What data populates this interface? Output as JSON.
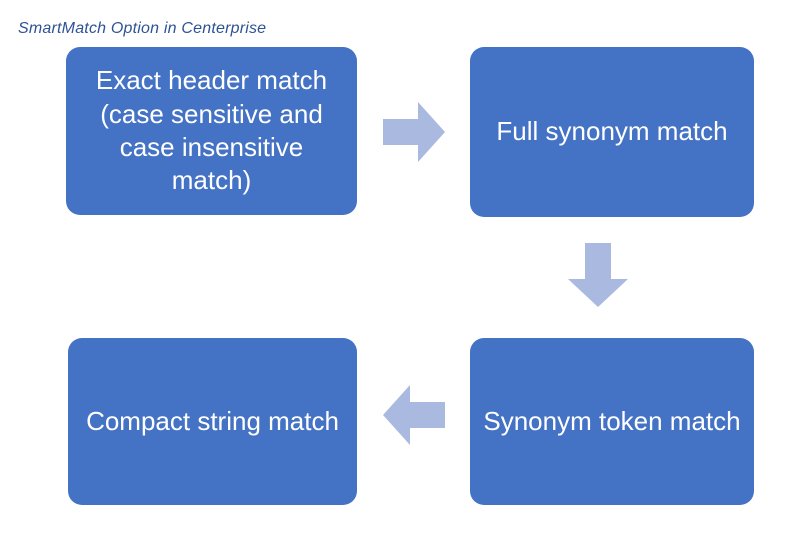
{
  "diagram": {
    "title": "SmartMatch Option in Centerprise",
    "colors": {
      "node_fill": "#4472C4",
      "node_text": "#FFFFFF",
      "arrow_fill": "#AAB9E0",
      "title_text": "#2E5395",
      "background": "#FFFFFF"
    },
    "nodes": [
      {
        "id": "exact-header-match",
        "label": "Exact header match (case sensitive and case insensitive match)",
        "order": 1
      },
      {
        "id": "full-synonym-match",
        "label": "Full synonym match",
        "order": 2
      },
      {
        "id": "synonym-token-match",
        "label": "Synonym token match",
        "order": 3
      },
      {
        "id": "compact-string-match",
        "label": "Compact string match",
        "order": 4
      }
    ],
    "arrows": [
      {
        "id": "arrow-right-top",
        "direction": "right",
        "from": "exact-header-match",
        "to": "full-synonym-match"
      },
      {
        "id": "arrow-down-right",
        "direction": "down",
        "from": "full-synonym-match",
        "to": "synonym-token-match"
      },
      {
        "id": "arrow-left-bottom",
        "direction": "left",
        "from": "synonym-token-match",
        "to": "compact-string-match"
      }
    ]
  }
}
